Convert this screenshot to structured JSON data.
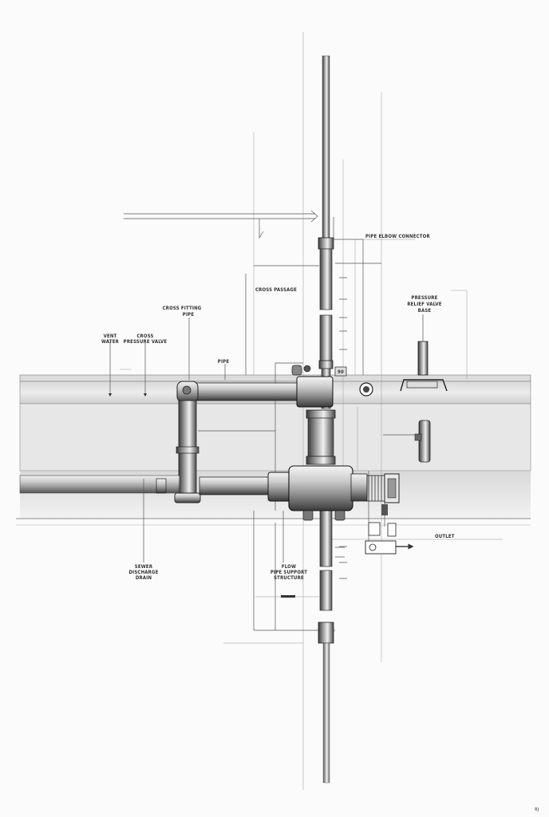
{
  "diagram": {
    "labels": {
      "top_right_callout": "PIPE ELBOW CONNECTOR",
      "center_upper": "CROSS PASSAGE",
      "left_upper_1": "CROSS FITTING",
      "left_upper_2a": "VENT",
      "left_upper_2b": "WATER",
      "left_upper_3a": "CROSS",
      "left_upper_3b": "PRESSURE VALVE",
      "left_mid": "PIPE",
      "right_upper_a": "PRESSURE",
      "right_upper_b": "RELIEF VALVE",
      "right_upper_c": "BASE",
      "right_lower": "OUTLET",
      "left_lower_a": "SEWER",
      "left_lower_b": "DISCHARGE",
      "left_lower_c": "DRAIN",
      "center_lower_a": "FLOW",
      "center_lower_b": "PIPE SUPPORT",
      "center_lower_c": "STRUCTURE",
      "corner_mark": "RJ",
      "small_valve_mark": "90"
    }
  }
}
